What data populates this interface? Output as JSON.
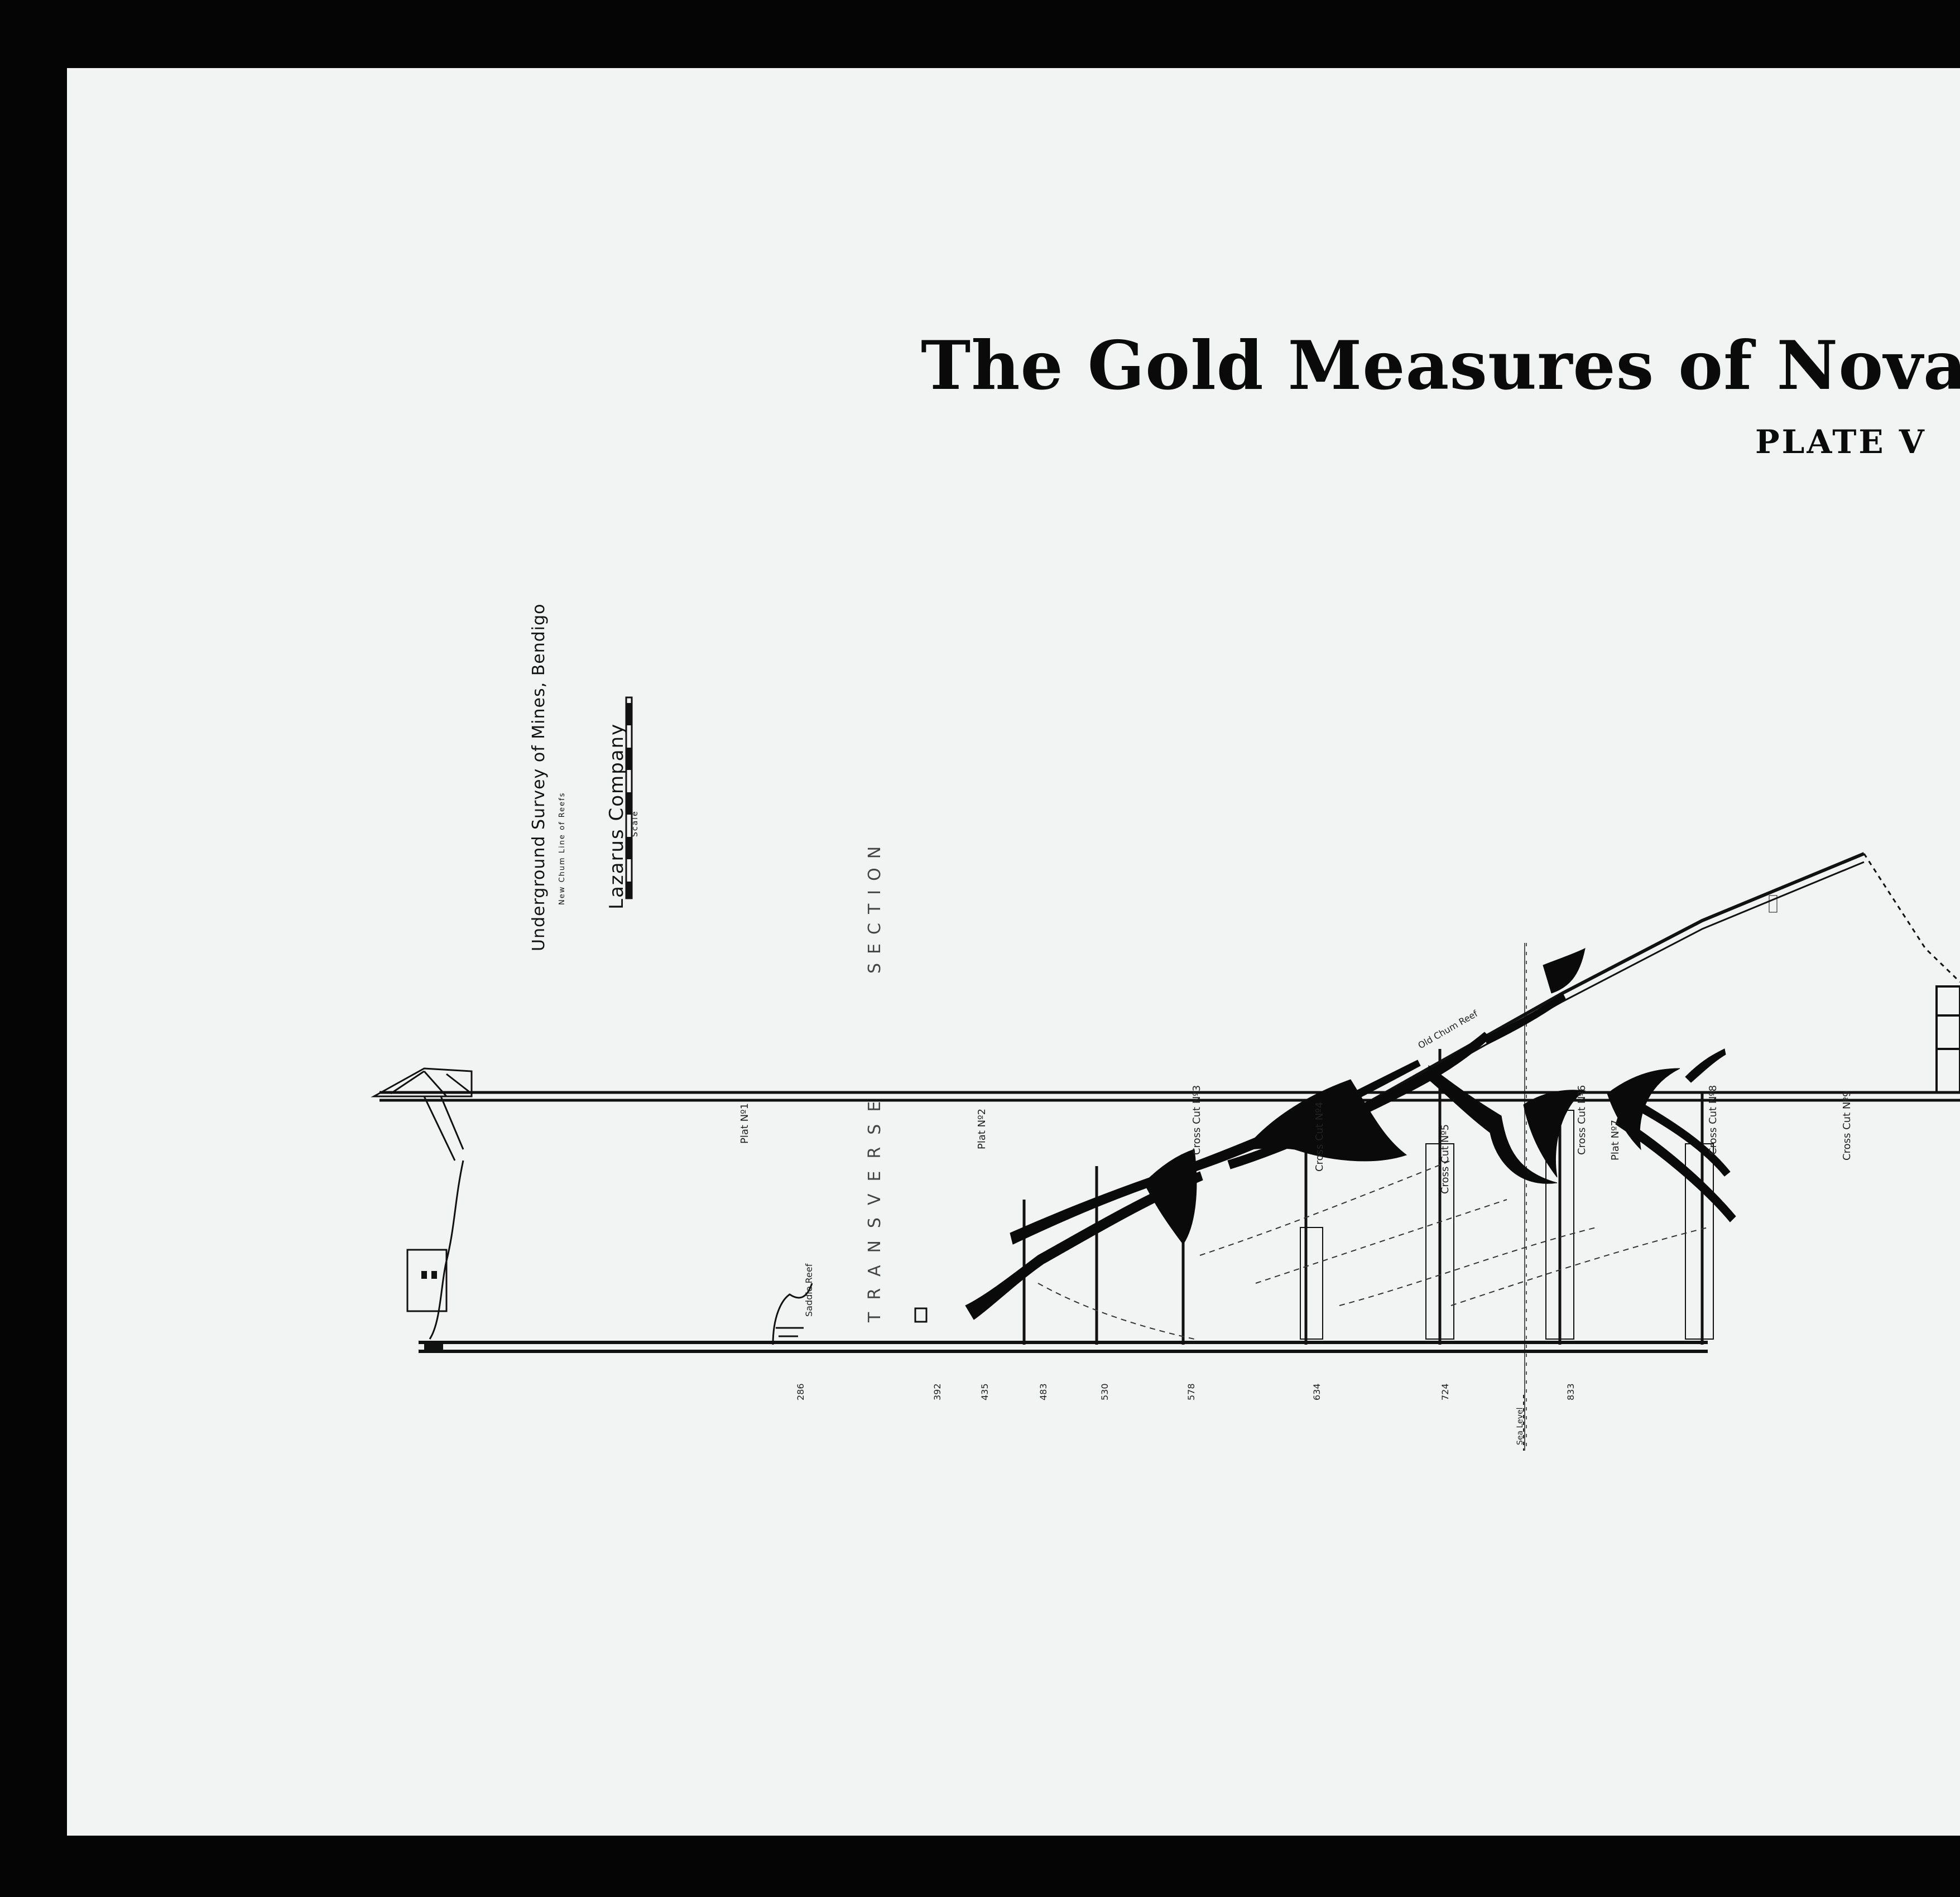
{
  "header": {
    "title": "The Gold Measures of Nova S",
    "plate": "PLATE V"
  },
  "survey_block": {
    "line1": "Underground Survey of Mines, Bendigo",
    "line2": "New Chum Line of Reefs",
    "line3": "Lazarus Company",
    "scale": "Scale"
  },
  "section_words": {
    "section": "SECTION",
    "transverse": "TRANSVERSE"
  },
  "colors": {
    "paper": "#f2f3f3",
    "ink": "#0a0a0a",
    "frame": "#050505"
  },
  "depth_labels": [
    "286",
    "392",
    "435",
    "483",
    "530",
    "578",
    "634",
    "724",
    "833"
  ],
  "level_labels": [
    "Plat Nº1",
    "Plat Nº2",
    "Cross Cut Nº3",
    "Cross Cut Nº4",
    "Cross Cut Nº5",
    "Cross Cut Nº6",
    "Plat Nº7",
    "Cross Cut Nº8",
    "Cross Cut Nº9"
  ],
  "reef_labels": [
    "Saddle Reef",
    "Old Chum Reef",
    "Sea Level"
  ]
}
